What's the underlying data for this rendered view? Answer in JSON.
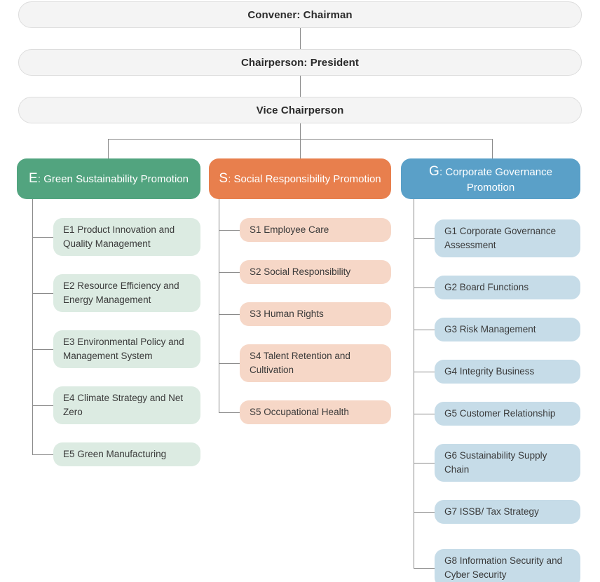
{
  "diagram": {
    "title": "ESG Sustainability Committee Organization Chart",
    "hierarchy": [
      {
        "id": "convener",
        "label": "Convener: Chairman"
      },
      {
        "id": "chairperson",
        "label": "Chairperson: President"
      },
      {
        "id": "vice",
        "label": "Vice Chairperson"
      }
    ],
    "pillars": [
      {
        "id": "E",
        "tag": "E",
        "tag_suffix": ": Green Sustainability Promotion",
        "full_label": "E: Green Sustainability Promotion",
        "color": "#52a47f",
        "item_color": "#dcebe2",
        "items": [
          {
            "id": "E1",
            "label": "E1 Product Innovation and Quality Management"
          },
          {
            "id": "E2",
            "label": "E2 Resource Efficiency and Energy Management"
          },
          {
            "id": "E3",
            "label": "E3 Environmental Policy and Management System"
          },
          {
            "id": "E4",
            "label": "E4 Climate Strategy and Net Zero"
          },
          {
            "id": "E5",
            "label": "E5 Green Manufacturing"
          }
        ]
      },
      {
        "id": "S",
        "tag": "S",
        "tag_suffix": ": Social Responsibility Promotion",
        "full_label": "S: Social Responsibility Promotion",
        "color": "#e87f4d",
        "item_color": "#f6d7c7",
        "items": [
          {
            "id": "S1",
            "label": "S1 Employee Care"
          },
          {
            "id": "S2",
            "label": "S2 Social Responsibility"
          },
          {
            "id": "S3",
            "label": "S3 Human Rights"
          },
          {
            "id": "S4",
            "label": "S4 Talent Retention and Cultivation"
          },
          {
            "id": "S5",
            "label": "S5 Occupational Health"
          }
        ]
      },
      {
        "id": "G",
        "tag": "G",
        "tag_suffix": ": Corporate Governance Promotion",
        "full_label": "G: Corporate Governance Promotion",
        "color": "#5aa0c8",
        "item_color": "#c6dce8",
        "items": [
          {
            "id": "G1",
            "label": "G1 Corporate Governance Assessment"
          },
          {
            "id": "G2",
            "label": "G2 Board Functions"
          },
          {
            "id": "G3",
            "label": "G3 Risk Management"
          },
          {
            "id": "G4",
            "label": "G4 Integrity Business"
          },
          {
            "id": "G5",
            "label": "G5 Customer Relationship"
          },
          {
            "id": "G6",
            "label": "G6 Sustainability Supply Chain"
          },
          {
            "id": "G7",
            "label": "G7  ISSB/ Tax Strategy"
          },
          {
            "id": "G8",
            "label": "G8 Information Security and Cyber Security"
          }
        ]
      }
    ],
    "palette": {
      "background": "#ffffff",
      "top_box_fill": "#f4f4f4",
      "top_box_border": "#dddddd",
      "connector": "#8a8a8a",
      "text_dark": "#3a3a3a",
      "text_white": "#ffffff"
    }
  }
}
